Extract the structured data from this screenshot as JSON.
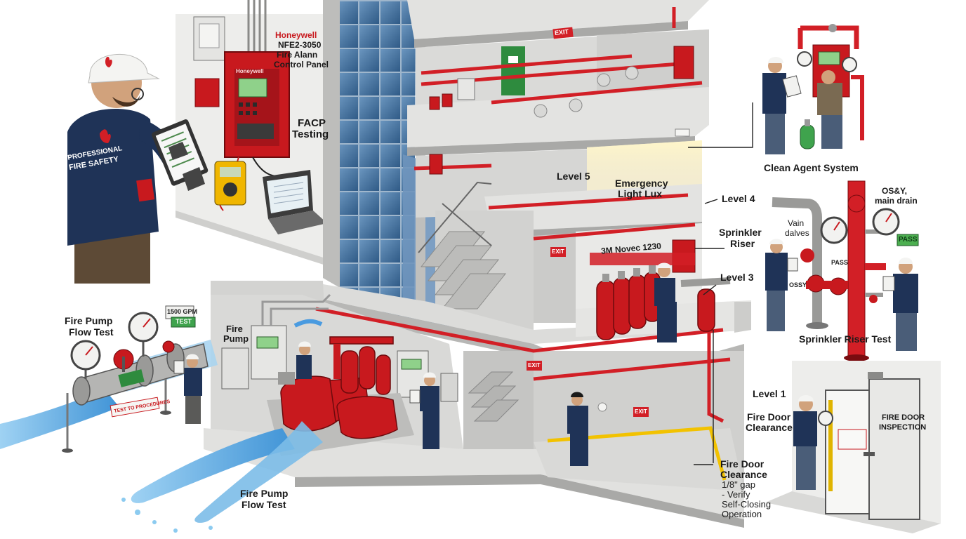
{
  "labels": {
    "facp_brand": "Honeywell",
    "facp_model": "NFE2-3050",
    "facp_line1": "Fire Alann",
    "facp_line2": "Control Panel",
    "facp_testing_1": "FACP",
    "facp_testing_2": "Testing",
    "level_5": "Level 5",
    "level_4": "Level 4",
    "level_3": "Level 3",
    "level_1": "Level 1",
    "emergency_1": "Emergency",
    "emergency_2": "Light Lux",
    "clean_agent": "Clean Agent System",
    "sprinkler_riser_1": "Sprinkler",
    "sprinkler_riser_2": "Riser",
    "novec": "3M Novec 1230",
    "osy_1": "OS&Y,",
    "osy_2": "main drain",
    "vain_1": "Vain",
    "vain_2": "dalves",
    "pass_sign": "PASS",
    "pass_small": "PASS",
    "ossy": "OSSY",
    "sprinkler_test": "Sprinkler Riser Test",
    "fire_pump_left_1": "Fire Pump",
    "fire_pump_left_2": "Flow Test",
    "gpm_sign": "1500 GPM",
    "test_sign": "TEST",
    "test_procedures": "TEST TO PROCEDURES",
    "fire_pump_room_1": "Fire",
    "fire_pump_room_2": "Pump",
    "fire_pump_bottom_1": "Fire Pump",
    "fire_pump_bottom_2": "Flow Test",
    "fire_door_clear_1": "Fire Door",
    "fire_door_clear_2": "Clearance",
    "fire_door_bottom_1": "Fire Door",
    "fire_door_bottom_2": "Clearance",
    "gap_1": "1/8\" gap",
    "gap_2": "- Verify",
    "gap_3": "Self-Closing",
    "gap_4": "Operation",
    "fire_door_insp_1": "FIRE DOOR",
    "fire_door_insp_2": "INSPECTION",
    "shirt_1": "PROFESSIONAL",
    "shirt_2": "FIRE SAFETY",
    "exit": "EXIT"
  },
  "colors": {
    "fire_red": "#c8191e",
    "pipe_red": "#d21f26",
    "concrete": "#d7d7d5",
    "glass": "#4d7aa6",
    "water": "#5aa9e0",
    "navy": "#1f3357",
    "exit_green": "#2e8b3e",
    "floor_yellow": "#f2c200"
  }
}
